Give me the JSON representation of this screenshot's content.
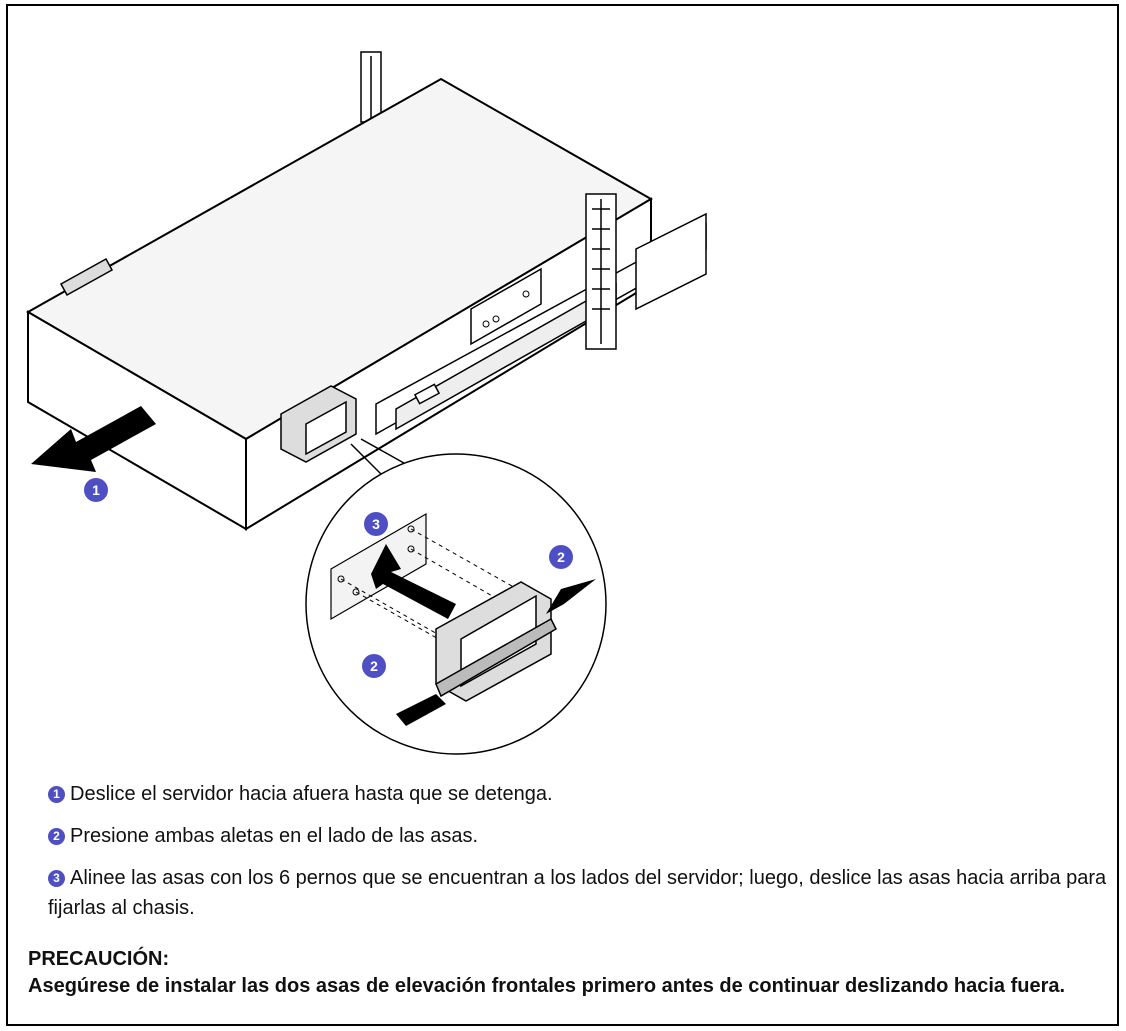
{
  "figure": {
    "callouts": [
      "1",
      "2",
      "2",
      "3"
    ]
  },
  "steps": [
    {
      "num": "1",
      "text": "Deslice el servidor hacia afuera hasta que se detenga."
    },
    {
      "num": "2",
      "text": "Presione ambas aletas en el lado de las asas."
    },
    {
      "num": "3",
      "text": "Alinee las asas con los 6 pernos que se encuentran a los lados del servidor; luego, deslice las asas hacia arriba para fijarlas al chasis."
    }
  ],
  "caution": {
    "heading": "PRECAUCIÓN:",
    "text": "Asegúrese de instalar las dos asas de elevación frontales primero antes de continuar deslizando hacia fuera."
  },
  "colors": {
    "callout": "#4f4fc4",
    "border": "#000000"
  }
}
